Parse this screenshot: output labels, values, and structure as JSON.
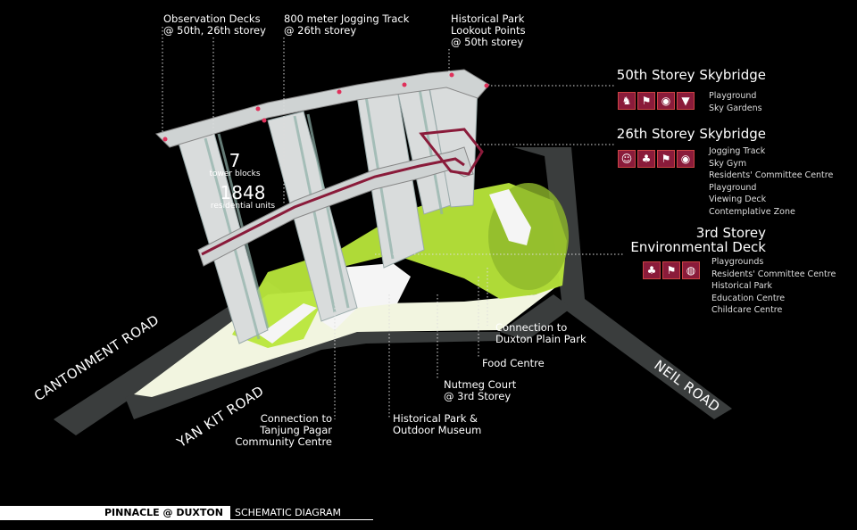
{
  "callouts": {
    "observation": "Observation Decks\n@ 50th, 26th storey",
    "jogging": "800 meter Jogging Track\n@ 26th storey",
    "historical_lookout": "Historical Park\nLookout Points\n@ 50th storey",
    "tanjong": "Connection to\nTanjung Pagar\nCommunity Centre",
    "historical_museum": "Historical Park &\nOutdoor Museum",
    "nutmeg": "Nutmeg Court\n@ 3rd Storey",
    "food": "Food Centre",
    "duxton": "Connection to\nDuxton Plain Park"
  },
  "stats": {
    "blocks_num": "7",
    "blocks_label": "tower blocks",
    "units_num": "1848",
    "units_label": "residential units"
  },
  "decks": {
    "d50": {
      "title": "50th Storey Skybridge",
      "features": [
        "Playground",
        "Sky Gardens"
      ],
      "icons": [
        "playground-icon",
        "runner-icon",
        "camera-icon",
        "cocktail-icon"
      ]
    },
    "d26": {
      "title": "26th Storey Skybridge",
      "features": [
        "Jogging Track",
        "Sky Gym",
        "Residents' Committee Centre",
        "Playground",
        "Viewing Deck",
        "Contemplative Zone"
      ],
      "icons": [
        "meditation-icon",
        "palm-tree-icon",
        "runner-icon",
        "camera-icon"
      ]
    },
    "d3": {
      "title": "3rd Storey\nEnvironmental Deck",
      "features": [
        "Playgrounds",
        "Residents' Committee Centre",
        "Historical Park",
        "Education Centre",
        "Childcare Centre"
      ],
      "icons": [
        "palm-tree-icon",
        "runner-icon",
        "globe-icon"
      ]
    }
  },
  "roads": {
    "cantonment": "CANTONMENT ROAD",
    "yankit": "YAN KIT ROAD",
    "neil": "NEIL ROAD"
  },
  "footer": {
    "project": "PINNACLE @ DUXTON",
    "subtitle": "SCHEMATIC DIAGRAM"
  },
  "colors": {
    "accent": "#8a1b3a",
    "green": "#b8e63a",
    "ground": "#f2f5e0",
    "tower": "#d9dcdc"
  }
}
